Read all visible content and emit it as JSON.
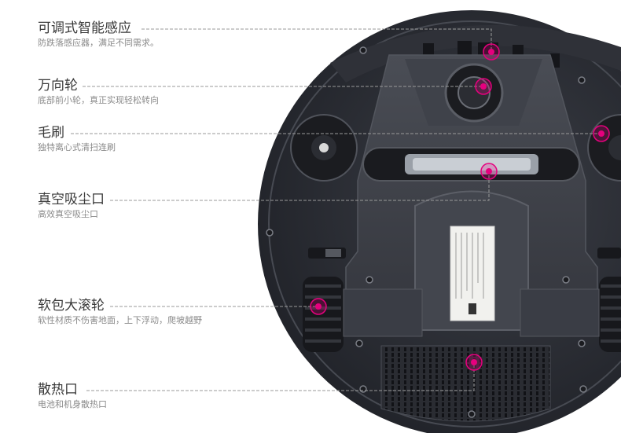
{
  "colors": {
    "accent": "#e6007e",
    "robot_body": "#2c2e35",
    "panel": "#3c3f47",
    "leader_line": "#9a9a9a"
  },
  "features": [
    {
      "title": "可调式智能感应",
      "desc": "防跌落感应器，满足不同需求。"
    },
    {
      "title": "万向轮",
      "desc": "底部前小轮，真正实现轻松转向"
    },
    {
      "title": "毛刷",
      "desc": "独特离心式清扫连刷"
    },
    {
      "title": "真空吸尘口",
      "desc": "高效真空吸尘口"
    },
    {
      "title": "软包大滚轮",
      "desc": "软性材质不伤害地面，上下浮动，爬坡越野"
    },
    {
      "title": "散热口",
      "desc": "电池和机身散热口"
    }
  ]
}
